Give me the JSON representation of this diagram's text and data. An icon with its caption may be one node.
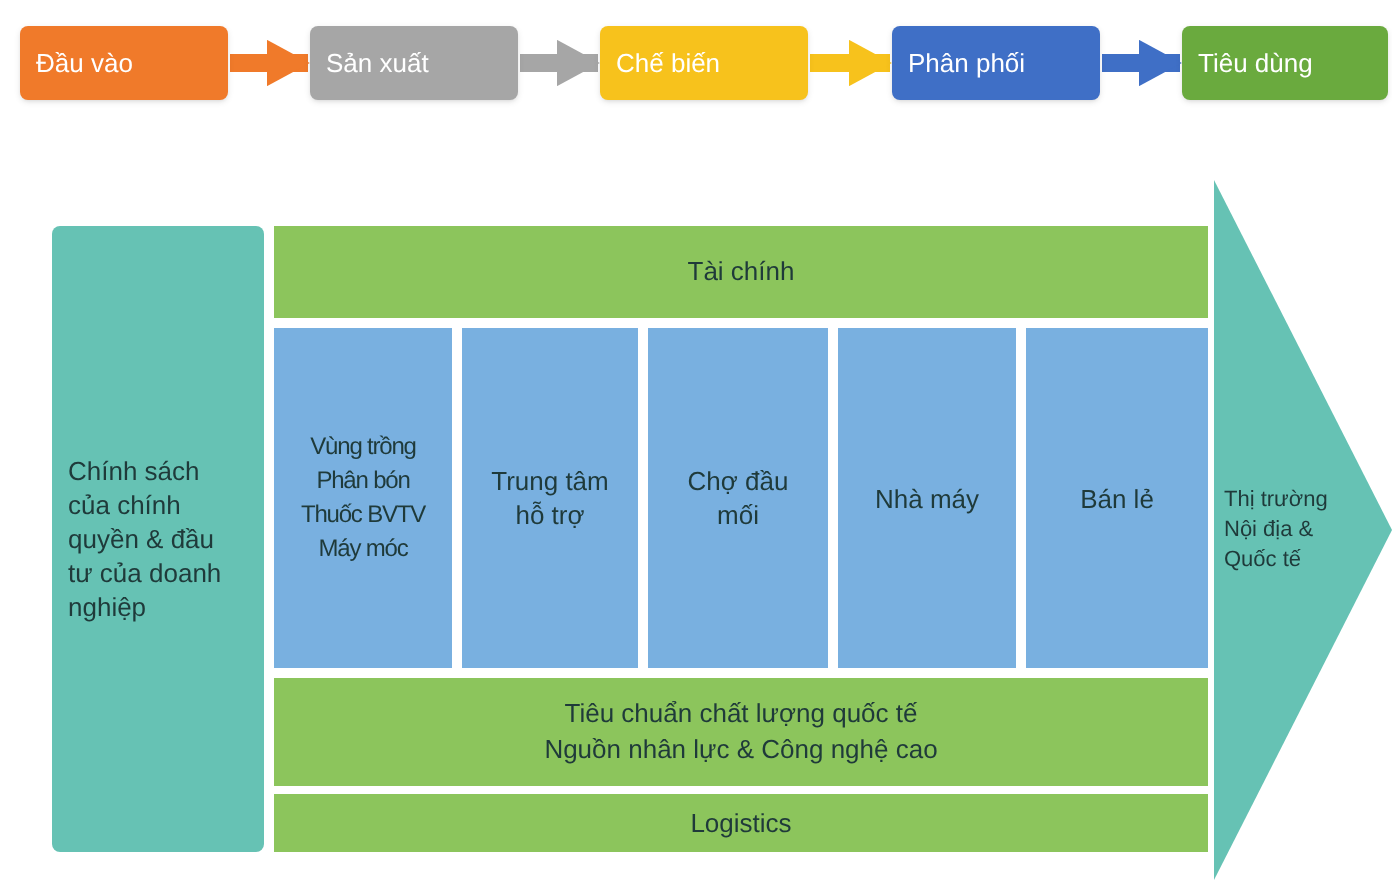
{
  "diagram": {
    "nodes": [
      {
        "text": [
          "Đầu vào"
        ]
      },
      {
        "text": [
          "Sản xuất"
        ]
      },
      {
        "text": [
          "Chế biến"
        ]
      },
      {
        "text": [
          "Phân phối"
        ]
      },
      {
        "text": [
          "Tiêu dùng"
        ]
      },
      {
        "text": [
          "Chính sách của chính quyền & đầu tư của doanh nghiệp"
        ]
      },
      {
        "text": [
          "Tài chính"
        ]
      },
      {
        "text": [
          "Vùng trồng Phân bón Thuốc BVTV Máy móc"
        ]
      },
      {
        "text": [
          "Trung tâm hỗ trợ"
        ]
      },
      {
        "text": [
          "Chợ đầu mối"
        ]
      },
      {
        "text": [
          "Nhà máy"
        ]
      },
      {
        "text": [
          "Bán lẻ"
        ]
      },
      {
        "text": [
          "Tiêu chuẩn chất lượng quốc tế",
          "Nguồn nhân lực & Công nghệ cao"
        ]
      },
      {
        "text": [
          "Logistics"
        ]
      },
      {
        "text": [
          "Thị trường Nội địa & Quốc tế"
        ]
      }
    ],
    "edges": [
      {
        "from": 0,
        "to": 1,
        "arrow": "to",
        "color": "#f07a2a"
      },
      {
        "from": 1,
        "to": 2,
        "arrow": "to",
        "color": "#a6a6a6"
      },
      {
        "from": 2,
        "to": 3,
        "arrow": "to",
        "color": "#f7c21c"
      },
      {
        "from": 3,
        "to": 4,
        "arrow": "to",
        "color": "#3f6fc6"
      }
    ]
  }
}
